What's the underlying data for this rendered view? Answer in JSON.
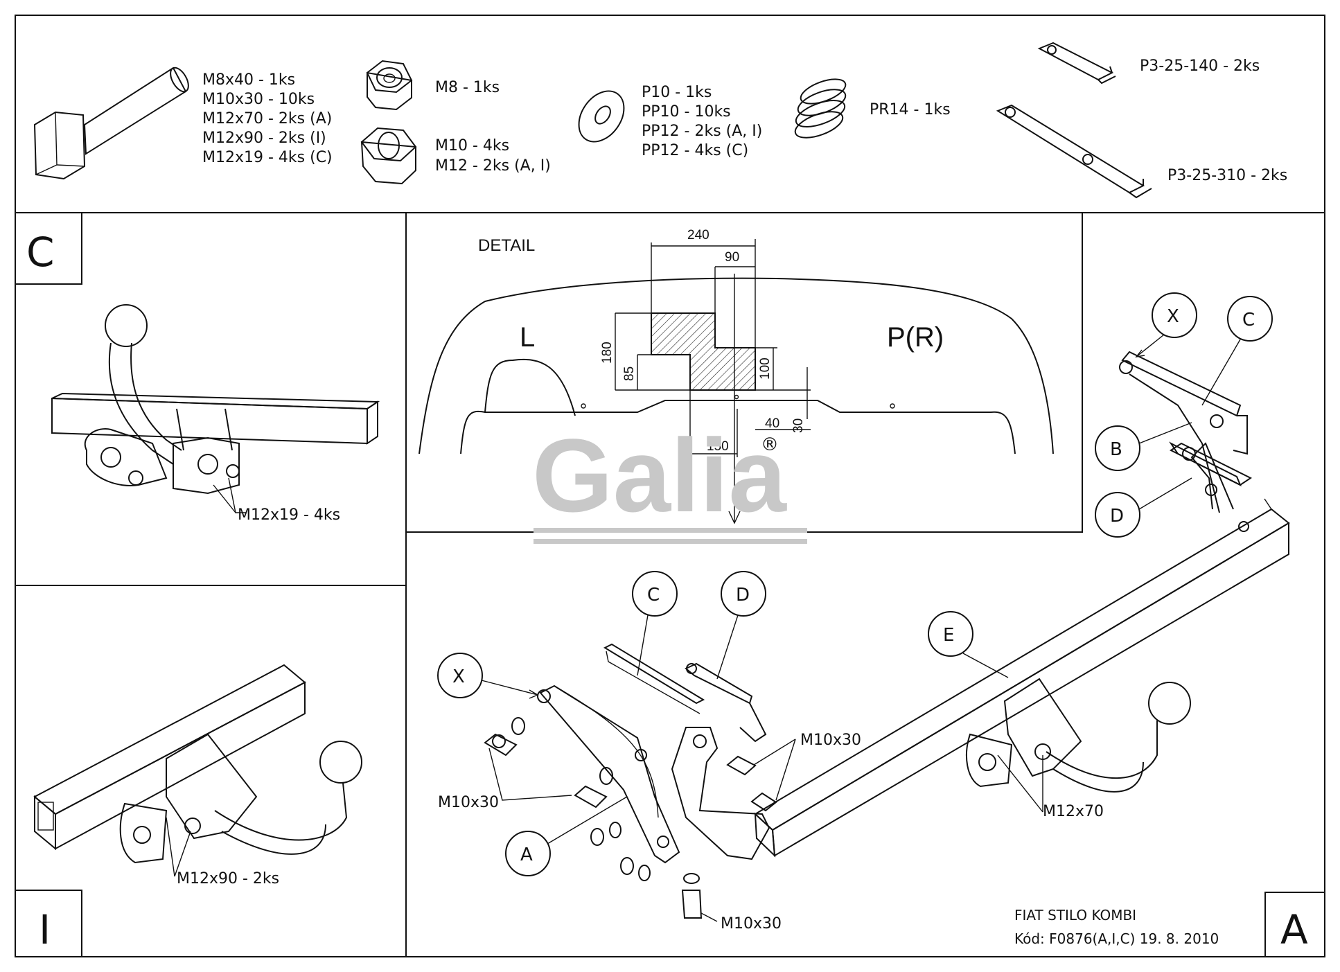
{
  "parts": {
    "bolts": [
      "M8x40 - 1ks",
      "M10x30 - 10ks",
      "M12x70 - 2ks (A)",
      "M12x90 - 2ks (I)",
      "M12x19 - 4ks (C)"
    ],
    "nut_m8": [
      "M8 - 1ks"
    ],
    "nuts_m10_m12": [
      "M10 - 4ks",
      "M12 - 2ks (A, I)"
    ],
    "washers": [
      "P10 - 1ks",
      "PP10 - 10ks",
      "PP12 - 2ks (A, I)",
      "PP12 - 4ks (C)"
    ],
    "spring": "PR14 - 1ks",
    "strip_short": "P3-25-140 - 2ks",
    "strip_long": "P3-25-310 - 2ks"
  },
  "panel_c": {
    "letter": "C",
    "bolt_label": "M12x19 - 4ks"
  },
  "panel_i": {
    "letter": "I",
    "bolt_label": "M12x90 - 2ks"
  },
  "detail": {
    "title": "DETAIL",
    "left": "L",
    "right": "P(R)",
    "dims": {
      "d240": "240",
      "d90": "90",
      "d180": "180",
      "d85": "85",
      "d100": "100",
      "d40": "40",
      "d30": "30",
      "d150": "150"
    }
  },
  "watermark": {
    "text": "Galia",
    "registered": "®"
  },
  "panel_a": {
    "letter": "A",
    "callouts": {
      "x1": "X",
      "c1": "C",
      "b": "B",
      "d1": "D",
      "c2": "C",
      "d2": "D",
      "e": "E",
      "x2": "X",
      "a": "A"
    },
    "bolt_labels": {
      "m10x30_left": "M10x30",
      "m10x30_right": "M10x30",
      "m10x30_bottom": "M10x30",
      "m12x70": "M12x70"
    }
  },
  "title_block": {
    "model": "FIAT STILO KOMBI",
    "code": "Kód:  F0876(A,I,C)  19. 8. 2010"
  }
}
